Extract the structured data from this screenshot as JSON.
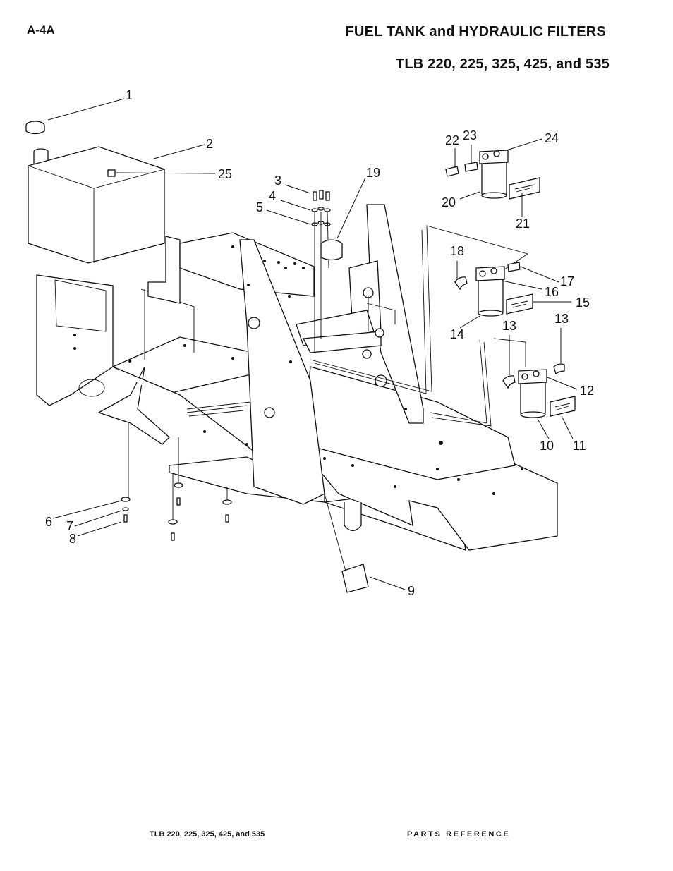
{
  "header": {
    "page_code": "A-4A",
    "title": "FUEL TANK and HYDRAULIC FILTERS",
    "subtitle": "TLB 220, 225, 325, 425, and 535"
  },
  "footer": {
    "models": "TLB 220, 225, 325, 425, and 535",
    "section": "PARTS REFERENCE"
  },
  "diagram": {
    "callouts": [
      "1",
      "2",
      "3",
      "4",
      "5",
      "6",
      "7",
      "8",
      "9",
      "10",
      "11",
      "12",
      "13",
      "13",
      "14",
      "15",
      "16",
      "17",
      "18",
      "19",
      "20",
      "21",
      "22",
      "23",
      "24",
      "25"
    ]
  }
}
